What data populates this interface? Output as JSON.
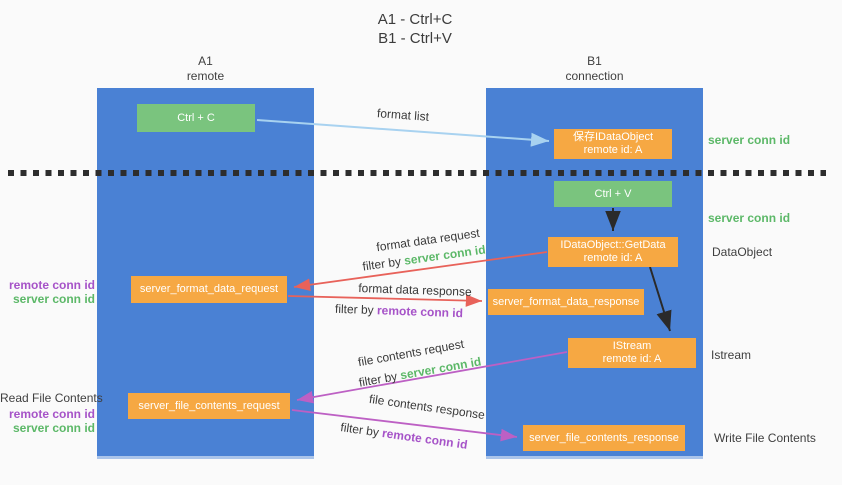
{
  "title": {
    "line1": "A1 - Ctrl+C",
    "line2": "B1 - Ctrl+V"
  },
  "columns": {
    "a1": {
      "name": "A1",
      "role": "remote"
    },
    "b1": {
      "name": "B1",
      "role": "connection"
    }
  },
  "nodes": {
    "ctrl_c": {
      "label": "Ctrl + C"
    },
    "save_idataobject": {
      "line1": "保存IDataObject",
      "line2": "remote id: A"
    },
    "ctrl_v": {
      "label": "Ctrl + V"
    },
    "getdata": {
      "line1": "IDataObject::GetData",
      "line2": "remote id: A"
    },
    "format_request": {
      "label": "server_format_data_request"
    },
    "format_response": {
      "label": "server_format_data_response"
    },
    "istream": {
      "line1": "IStream",
      "line2": "remote id: A"
    },
    "file_request": {
      "label": "server_file_contents_request"
    },
    "file_response": {
      "label": "server_file_contents_response"
    }
  },
  "arrow_labels": {
    "format_list": "format list",
    "format_data_request": "format data request",
    "format_data_response": "format data response",
    "file_contents_request": "file contents request",
    "file_contents_response": "file contents response",
    "filter_prefix": "filter by ",
    "server_conn_id": "server conn id",
    "remote_conn_id": "remote conn id"
  },
  "side_labels": {
    "right_server_conn_id_top": "server conn id",
    "right_server_conn_id_mid": "server conn id",
    "dataobject": "DataObject",
    "istream": "Istream",
    "write_file_contents": "Write File Contents",
    "left_remote_conn_id_top": "remote conn id",
    "left_server_conn_id_top": "server conn id",
    "read_file_contents": "Read File Contents",
    "left_remote_conn_id_bottom": "remote conn id",
    "left_server_conn_id_bottom": "server conn id"
  },
  "colors": {
    "column_blue": "#4a81d4",
    "box_orange": "#f6a843",
    "box_green": "#7ac47e",
    "green_id_text": "#5cb868",
    "purple_id_text": "#a653c8",
    "red_arrow": "#e8625a",
    "purple_arrow": "#bd60c4",
    "light_blue_arrow": "#a8d2f0",
    "black_arrow": "#2a2a2a",
    "divider": "#2d2d2d"
  }
}
